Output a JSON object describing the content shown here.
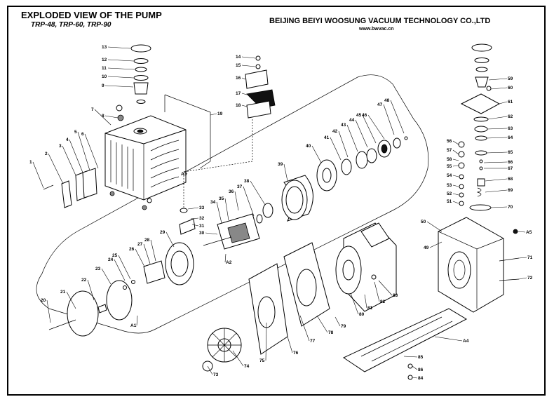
{
  "header": {
    "title": "EXPLODED VIEW OF THE PUMP",
    "models": "TRP-48, TRP-60, TRP-90",
    "company": "BEIJING BEIYI WOOSUNG VACUUM TECHNOLOGY CO.,LTD",
    "website": "www.bwvac.cn"
  },
  "labels": [
    "1",
    "2",
    "3",
    "4",
    "5",
    "6",
    "7",
    "8",
    "9",
    "10",
    "11",
    "12",
    "13",
    "14",
    "15",
    "16",
    "17",
    "18",
    "19",
    "20",
    "21",
    "22",
    "23",
    "24",
    "25",
    "26",
    "27",
    "28",
    "29",
    "30",
    "31",
    "32",
    "33",
    "34",
    "35",
    "36",
    "37",
    "38",
    "39",
    "40",
    "41",
    "42",
    "43",
    "44",
    "45",
    "46",
    "47",
    "48",
    "49",
    "50",
    "51",
    "52",
    "53",
    "54",
    "55",
    "56",
    "57",
    "58",
    "59",
    "60",
    "61",
    "62",
    "63",
    "64",
    "65",
    "66",
    "67",
    "68",
    "69",
    "70",
    "71",
    "72",
    "73",
    "74",
    "75",
    "76",
    "77",
    "78",
    "79",
    "80",
    "81",
    "82",
    "83",
    "84",
    "85",
    "86",
    "A1",
    "A2",
    "A3",
    "A4",
    "A5"
  ]
}
